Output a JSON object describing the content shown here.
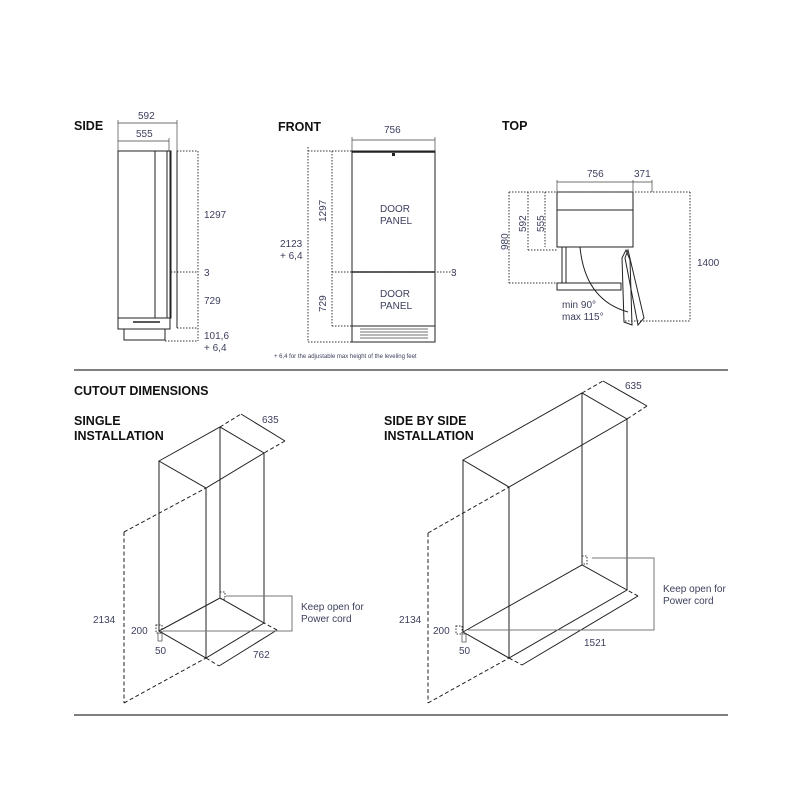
{
  "side": {
    "title": "SIDE",
    "w_total": "592",
    "w_body": "555",
    "h_upper": "1297",
    "gap": "3",
    "h_lower": "729",
    "h_base": "101,6",
    "h_base_adj": "+ 6,4"
  },
  "front": {
    "title": "FRONT",
    "width": "756",
    "h_upper": "1297",
    "h_lower": "729",
    "h_total": "2123",
    "h_total_adj": "+ 6,4",
    "panel_upper": [
      "DOOR",
      "PANEL"
    ],
    "panel_lower": [
      "DOOR",
      "PANEL"
    ],
    "gap": "3",
    "footnote": "+ 6,4 for the adjustable max height of the leveling feet"
  },
  "top": {
    "title": "TOP",
    "width": "756",
    "door_swing": "371",
    "depth_open": "980",
    "depth_total": "592",
    "depth_body": "555",
    "clearance": "1400",
    "angle_min": "min 90°",
    "angle_max": "max 115°"
  },
  "cutout": {
    "title": "CUTOUT DIMENSIONS",
    "single": {
      "title": [
        "SINGLE",
        "INSTALLATION"
      ],
      "depth": "635",
      "height": "2134",
      "outlet_h": "200",
      "outlet_w": "50",
      "width": "762",
      "note": [
        "Keep open for",
        "Power cord"
      ]
    },
    "side_by_side": {
      "title": [
        "SIDE BY SIDE",
        "INSTALLATION"
      ],
      "depth": "635",
      "height": "2134",
      "outlet_h": "200",
      "outlet_w": "50",
      "width": "1521",
      "note": [
        "Keep open for",
        "Power cord"
      ]
    }
  }
}
